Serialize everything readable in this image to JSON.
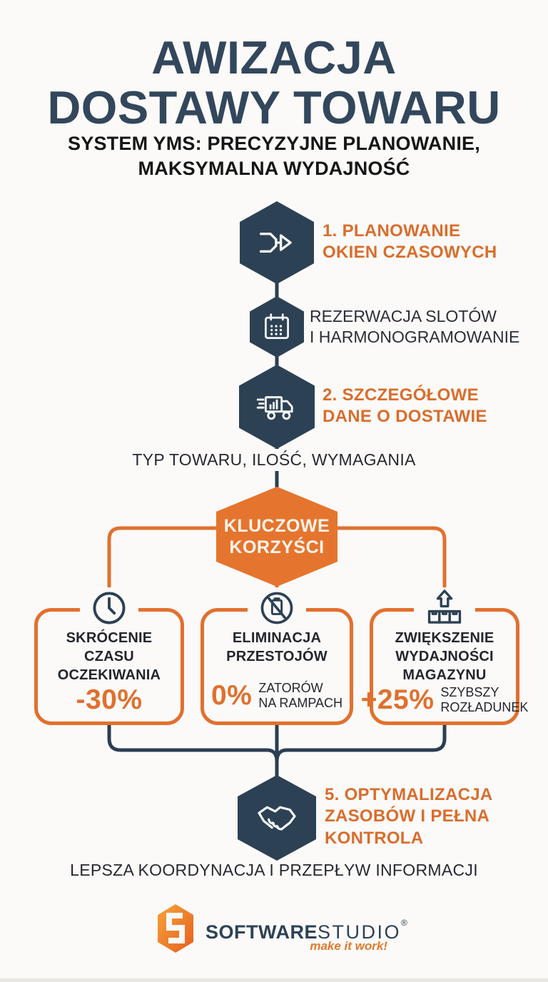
{
  "colors": {
    "navy": "#2d4154",
    "orange": "#e5752e",
    "orange_text": "#d96d2c",
    "text_dark": "#23262d",
    "background": "#fbfaf8"
  },
  "header": {
    "title_line1": "AWIZACJA",
    "title_line2": "DOSTAWY TOWARU",
    "subtitle_line1": "SYSTEM YMS: PRECYZYJNE PLANOWANIE,",
    "subtitle_line2": "MAKSYMALNA WYDAJNOŚĆ"
  },
  "flow": {
    "step1": {
      "icon": "merge-arrow-icon",
      "label_line1": "1. PLANOWANIE",
      "label_line2": "OKIEN CZASOWYCH"
    },
    "scheduling": {
      "icon": "calendar-icon",
      "label_line1": "REZERWACJA SLOTÓW",
      "label_line2": "I HARMONOGRAMOWANIE"
    },
    "step2": {
      "icon": "truck-icon",
      "label_line1": "2. SZCZEGÓŁOWE",
      "label_line2": "DANE O DOSTAWIE"
    },
    "step2_note": "TYP TOWARU, ILOŚĆ, WYMAGANIA",
    "hub": {
      "label_line1": "KLUCZOWE",
      "label_line2": "KORZYŚCI"
    },
    "step5": {
      "icon": "handshake-icon",
      "label_line1": "5. OPTYMALIZACJA",
      "label_line2": "ZASOBÓW I PEŁNA",
      "label_line3": "KONTROLA"
    },
    "footer_note": "LEPSZA KOORDYNACJA I PRZEPŁYW INFORMACJI"
  },
  "benefits": [
    {
      "icon": "clock-icon",
      "title_lines": [
        "SKRÓCENIE",
        "CZASU",
        "OCZEKIWANIA"
      ],
      "value": "-30%"
    },
    {
      "icon": "no-downtime-icon",
      "title_lines": [
        "ELIMINACJA",
        "PRZESTOJÓW"
      ],
      "value": "0%",
      "note_line1": "ZATORÓW",
      "note_line2": "NA RAMPACH"
    },
    {
      "icon": "warehouse-throughput-icon",
      "title_lines": [
        "ZWIĘKSZENIE",
        "WYDAJNOŚCI",
        "MAGAZYNU"
      ],
      "value": "+25%",
      "note_line1": "SZYBSZY",
      "note_line2": "ROZŁADUNEK"
    }
  ],
  "logo": {
    "brand_bold": "SOFTWARE",
    "brand_light": "STUDIO",
    "registered_mark": "®",
    "tagline": "make it work!"
  }
}
